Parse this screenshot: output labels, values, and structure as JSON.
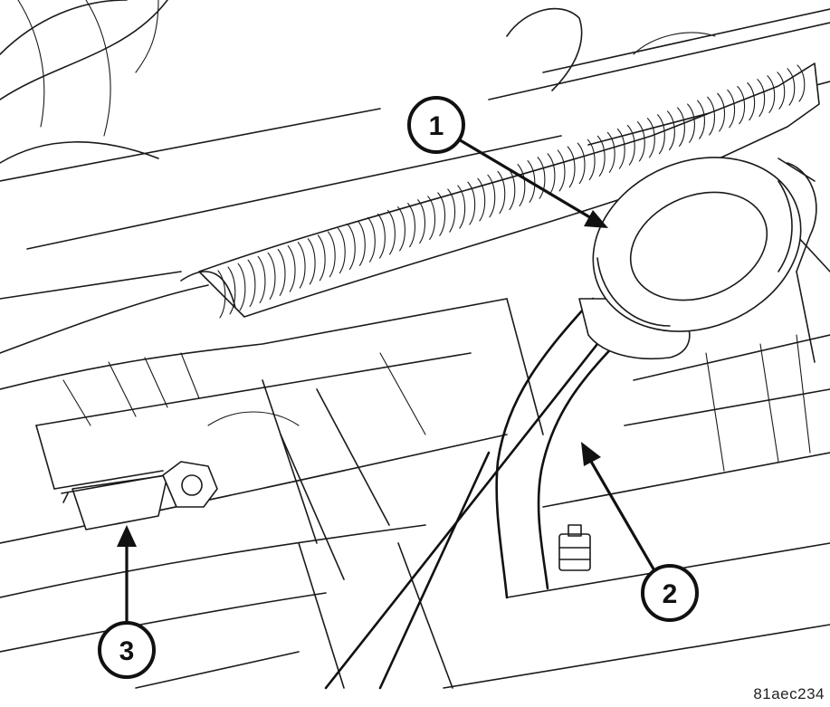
{
  "callouts": [
    {
      "id": "1",
      "label": "1"
    },
    {
      "id": "2",
      "label": "2"
    },
    {
      "id": "3",
      "label": "3"
    }
  ],
  "figure_code": "81aec234"
}
